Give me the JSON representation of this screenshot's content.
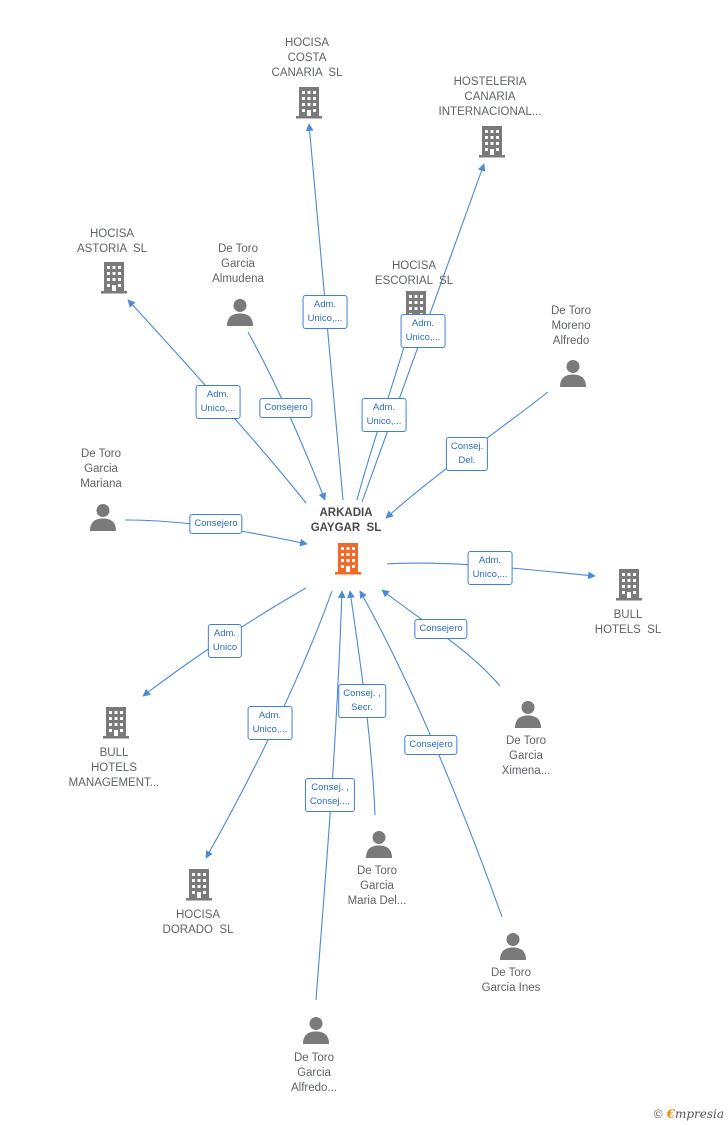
{
  "colors": {
    "edge": "#4a8ad8",
    "company": "#7a7a7a",
    "center": "#f26a2a",
    "person": "#7a7a7a"
  },
  "center": {
    "name": "ARKADIA\nGAYGAR  SL",
    "icon": "building-icon"
  },
  "companies": [
    {
      "id": "hocisa-costa-canaria",
      "name": "HOCISA\nCOSTA\nCANARIA  SL",
      "icon": "building-icon"
    },
    {
      "id": "hosteleria-canaria",
      "name": "HOSTELERIA\nCANARIA\nINTERNACIONAL...",
      "icon": "building-icon"
    },
    {
      "id": "hocisa-astoria",
      "name": "HOCISA\nASTORIA  SL",
      "icon": "building-icon"
    },
    {
      "id": "hocisa-escorial",
      "name": "HOCISA\nESCORIAL  SL",
      "icon": "building-icon"
    },
    {
      "id": "bull-hotels",
      "name": "BULL\nHOTELS  SL",
      "icon": "building-icon"
    },
    {
      "id": "bull-hotels-management",
      "name": "BULL\nHOTELS\nMANAGEMENT...",
      "icon": "building-icon"
    },
    {
      "id": "hocisa-dorado",
      "name": "HOCISA\nDORADO  SL",
      "icon": "building-icon"
    }
  ],
  "persons": [
    {
      "id": "almudena",
      "name": "De Toro\nGarcia\nAlmudena",
      "icon": "person-icon"
    },
    {
      "id": "moreno-alfredo",
      "name": "De Toro\nMoreno\nAlfredo",
      "icon": "person-icon"
    },
    {
      "id": "mariana",
      "name": "De Toro\nGarcia\nMariana",
      "icon": "person-icon"
    },
    {
      "id": "ximena",
      "name": "De Toro\nGarcia\nXimena...",
      "icon": "person-icon"
    },
    {
      "id": "maria",
      "name": "De Toro\nGarcia\nMaria Del...",
      "icon": "person-icon"
    },
    {
      "id": "ines",
      "name": "De Toro\nGarcia Ines",
      "icon": "person-icon"
    },
    {
      "id": "alfredo",
      "name": "De Toro\nGarcia\nAlfredo...",
      "icon": "person-icon"
    }
  ],
  "edges": [
    {
      "id": "e-costa",
      "label": "Adm.\nUnico,..."
    },
    {
      "id": "e-hosteleria",
      "label": "Adm.\nUnico,..."
    },
    {
      "id": "e-astoria",
      "label": "Adm.\nUnico,..."
    },
    {
      "id": "e-almudena",
      "label": "Consejero"
    },
    {
      "id": "e-escorial",
      "label": "Adm.\nUnico,..."
    },
    {
      "id": "e-moreno",
      "label": "Consej.\nDel."
    },
    {
      "id": "e-mariana",
      "label": "Consejero"
    },
    {
      "id": "e-bull",
      "label": "Adm.\nUnico,..."
    },
    {
      "id": "e-ximena",
      "label": "Consejero"
    },
    {
      "id": "e-bullmgmt",
      "label": "Adm.\nUnico"
    },
    {
      "id": "e-dorado",
      "label": "Adm.\nUnico,..."
    },
    {
      "id": "e-maria",
      "label": "Consej. ,\nSecr."
    },
    {
      "id": "e-ines",
      "label": "Consejero"
    },
    {
      "id": "e-alfredo",
      "label": "Consej. ,\nConsej...."
    }
  ],
  "footer": {
    "copyright_symbol": "©",
    "brand_first": "€",
    "brand_rest": "mpresia"
  }
}
